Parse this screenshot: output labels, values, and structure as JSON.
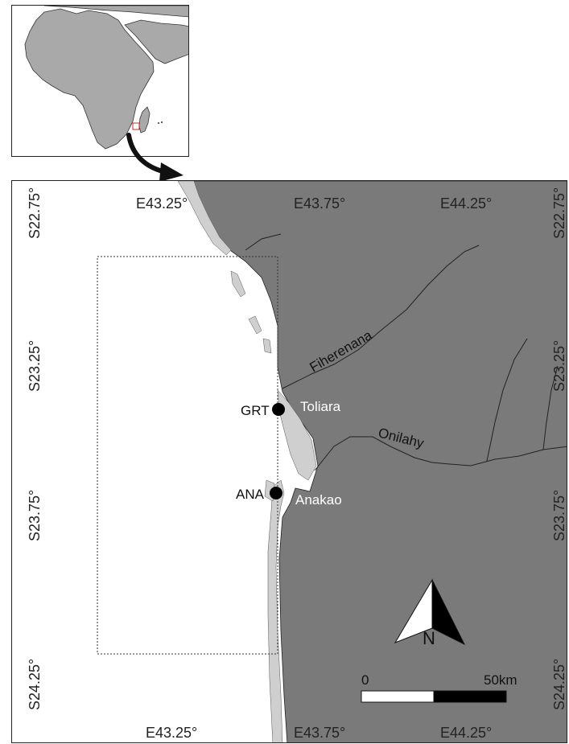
{
  "map": {
    "colors": {
      "land": "#7a7a7a",
      "reef": "#cfcfcf",
      "inset_land": "#a9a9a9",
      "river": "#222222",
      "locator": "#c0302b"
    },
    "top_longitude_labels": [
      "E43.25°",
      "E43.75°",
      "E44.25°"
    ],
    "bottom_longitude_labels": [
      "E43.25°",
      "E43.75°",
      "E44.25°"
    ],
    "left_latitude_labels": [
      "S22.75°",
      "S23.25°",
      "S23.75°",
      "S24.25°"
    ],
    "right_latitude_labels": [
      "S22.75°",
      "S23.25°",
      "S23.75°",
      "S24.25°"
    ],
    "rivers": {
      "fiherenana": "Fiherenana",
      "onilahy": "Onilahy"
    },
    "towns": {
      "toliara": "Toliara",
      "anakao": "Anakao"
    },
    "sites": {
      "grt": "GRT",
      "ana": "ANA"
    },
    "north_label": "N",
    "scale": {
      "start": "0",
      "end": "50km"
    }
  }
}
